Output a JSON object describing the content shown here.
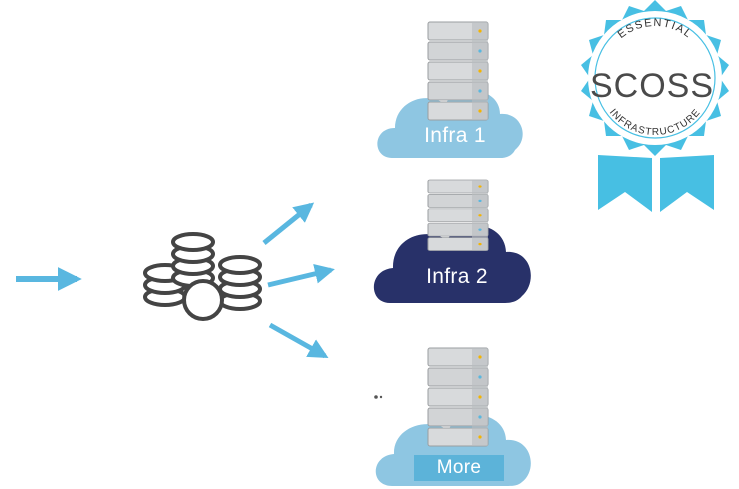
{
  "diagram": {
    "nodes": [
      {
        "id": "infra1",
        "label": "Infra 1"
      },
      {
        "id": "infra2",
        "label": "Infra 2"
      },
      {
        "id": "more",
        "label": "More"
      }
    ]
  },
  "badge": {
    "top_text": "ESSENTIAL",
    "main_text": "SCOSS",
    "bottom_text": "INFRASTRUCTURE"
  },
  "colors": {
    "arrow": "#59b7e0",
    "cloud_light": "#8ec6e2",
    "cloud_dark": "#283169",
    "badge": "#47bfe3",
    "coin_stroke": "#444444"
  },
  "icons": [
    "coins-icon",
    "server-icon",
    "cloud-icon",
    "arrow-icon"
  ]
}
